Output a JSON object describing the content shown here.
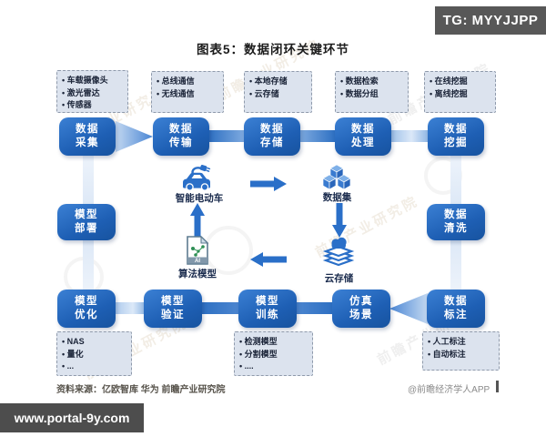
{
  "badges": {
    "tg": "TG: MYYJJPP",
    "site": "www.portal-9y.com",
    "app_credit": "@前瞻经济学人APP"
  },
  "title": "图表5：数据闭环关键环节",
  "source": "资料来源：亿欧智库 华为 前瞻产业研究院",
  "watermark": "前瞻产业研究院",
  "colors": {
    "stage_blue": "#1e5fb4",
    "stage_blue_light": "#3b80d4",
    "arrow_blue": "#2a6fc8",
    "note_bg": "#dce3ee",
    "badge_gray": "#585858"
  },
  "top_row": {
    "stages": [
      {
        "label": [
          "数据",
          "采集"
        ],
        "notes": [
          "车载摄像头",
          "激光雷达",
          "传感器"
        ]
      },
      {
        "label": [
          "数据",
          "传输"
        ],
        "notes": [
          "总线通信",
          "无线通信"
        ]
      },
      {
        "label": [
          "数据",
          "存储"
        ],
        "notes": [
          "本地存储",
          "云存储"
        ]
      },
      {
        "label": [
          "数据",
          "处理"
        ],
        "notes": [
          "数据检索",
          "数据分组"
        ]
      },
      {
        "label": [
          "数据",
          "挖掘"
        ],
        "notes": [
          "在线挖掘",
          "离线挖掘"
        ]
      }
    ]
  },
  "middle": {
    "left_box": [
      "模型",
      "部署"
    ],
    "right_box": [
      "数据",
      "清洗"
    ],
    "car_label": "智能电动车",
    "dataset_label": "数据集",
    "cloud_label": "云存储",
    "model_label": "算法模型",
    "ai_tag": "AI"
  },
  "bottom_row": {
    "stages": [
      {
        "label": [
          "模型",
          "优化"
        ],
        "notes": [
          "NAS",
          "量化",
          "..."
        ]
      },
      {
        "label": [
          "模型",
          "验证"
        ],
        "notes": []
      },
      {
        "label": [
          "模型",
          "训练"
        ],
        "notes": [
          "检测模型",
          "分割模型",
          "...."
        ]
      },
      {
        "label": [
          "仿真",
          "场景"
        ],
        "notes": []
      },
      {
        "label": [
          "数据",
          "标注"
        ],
        "notes": [
          "人工标注",
          "自动标注"
        ]
      }
    ]
  }
}
